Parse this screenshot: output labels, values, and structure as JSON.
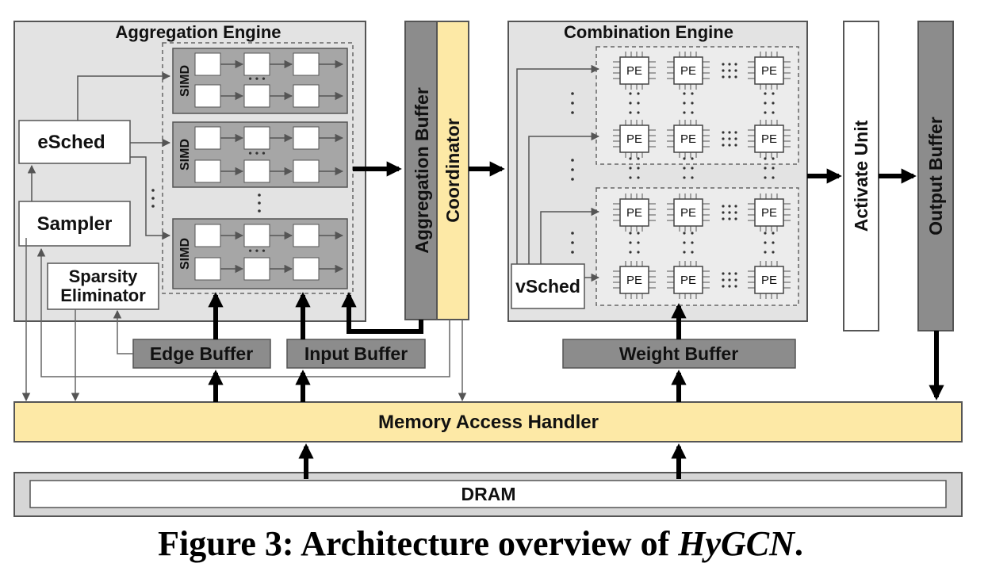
{
  "aggregation_engine": {
    "title": "Aggregation Engine",
    "simd_label": "SIMD",
    "esched": "eSched",
    "sampler": "Sampler",
    "sparsity_line1": "Sparsity",
    "sparsity_line2": "Eliminator"
  },
  "aggregation_buffer": "Aggregation Buffer",
  "coordinator": "Coordinator",
  "combination_engine": {
    "title": "Combination Engine",
    "pe_label": "PE",
    "vsched": "vSched"
  },
  "activate_unit": "Activate Unit",
  "output_buffer": "Output Buffer",
  "edge_buffer": "Edge Buffer",
  "input_buffer": "Input Buffer",
  "weight_buffer": "Weight Buffer",
  "memory_access_handler": "Memory Access Handler",
  "dram": "DRAM",
  "caption": {
    "prefix": "Figure 3: Architecture overview of ",
    "name": "HyGCN",
    "suffix": "."
  },
  "colors": {
    "engine_fill": "#e3e3e3",
    "dark_gray": "#8c8c8c",
    "yellow": "#fde9a6",
    "pe_fill": "#ffffff"
  }
}
